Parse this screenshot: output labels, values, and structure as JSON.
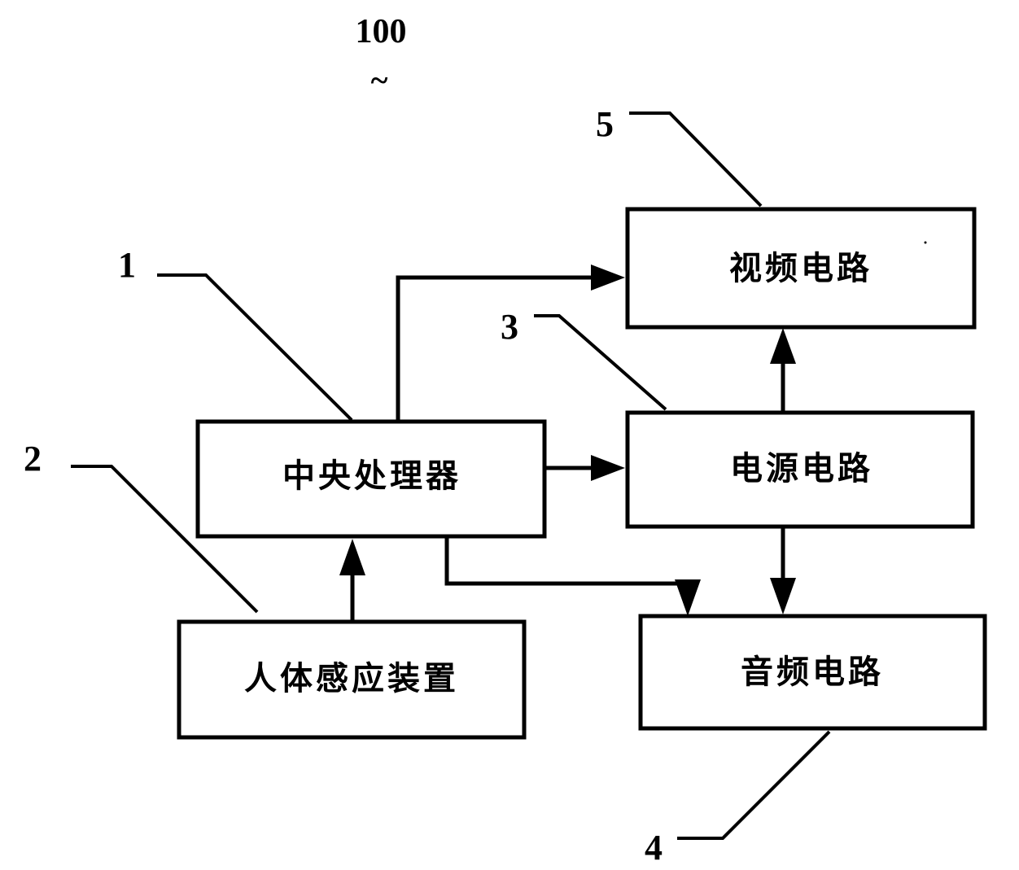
{
  "figure": {
    "reference": "100",
    "reference_mark": "~"
  },
  "blocks": {
    "central_processor": {
      "label": "中央处理器",
      "ref": "1"
    },
    "body_sensing_device": {
      "label": "人体感应装置",
      "ref": "2"
    },
    "power_circuit": {
      "label": "电源电路",
      "ref": "3"
    },
    "audio_circuit": {
      "label": "音频电路",
      "ref": "4"
    },
    "video_circuit": {
      "label": "视频电路",
      "ref": "5"
    }
  },
  "connections": [
    {
      "from": "body_sensing_device",
      "to": "central_processor"
    },
    {
      "from": "central_processor",
      "to": "video_circuit"
    },
    {
      "from": "central_processor",
      "to": "power_circuit"
    },
    {
      "from": "central_processor",
      "to": "audio_circuit"
    },
    {
      "from": "power_circuit",
      "to": "video_circuit"
    },
    {
      "from": "power_circuit",
      "to": "audio_circuit"
    }
  ]
}
